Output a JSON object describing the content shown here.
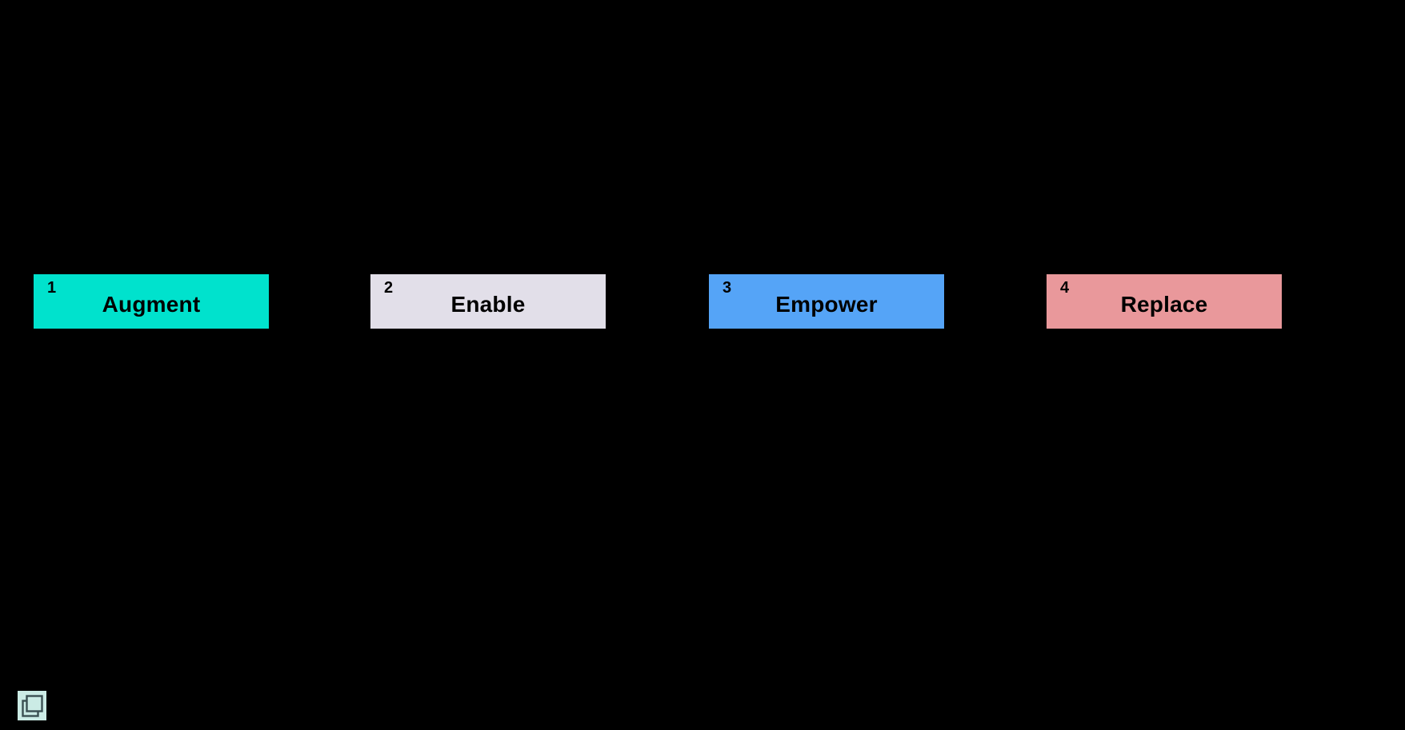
{
  "canvas": {
    "background": "#000000"
  },
  "diagram": {
    "text_color": "#000000",
    "steps": [
      {
        "number": "1",
        "label": "Augment",
        "fill": "#00E2CD"
      },
      {
        "number": "2",
        "label": "Enable",
        "fill": "#E2DFE9"
      },
      {
        "number": "3",
        "label": "Empower",
        "fill": "#55A4F7"
      },
      {
        "number": "4",
        "label": "Replace",
        "fill": "#E9989B"
      }
    ]
  },
  "overlay": {
    "pages_button": {
      "icon": "pages-icon",
      "background": "#CBEBE5",
      "stroke": "#3A4F52"
    }
  }
}
